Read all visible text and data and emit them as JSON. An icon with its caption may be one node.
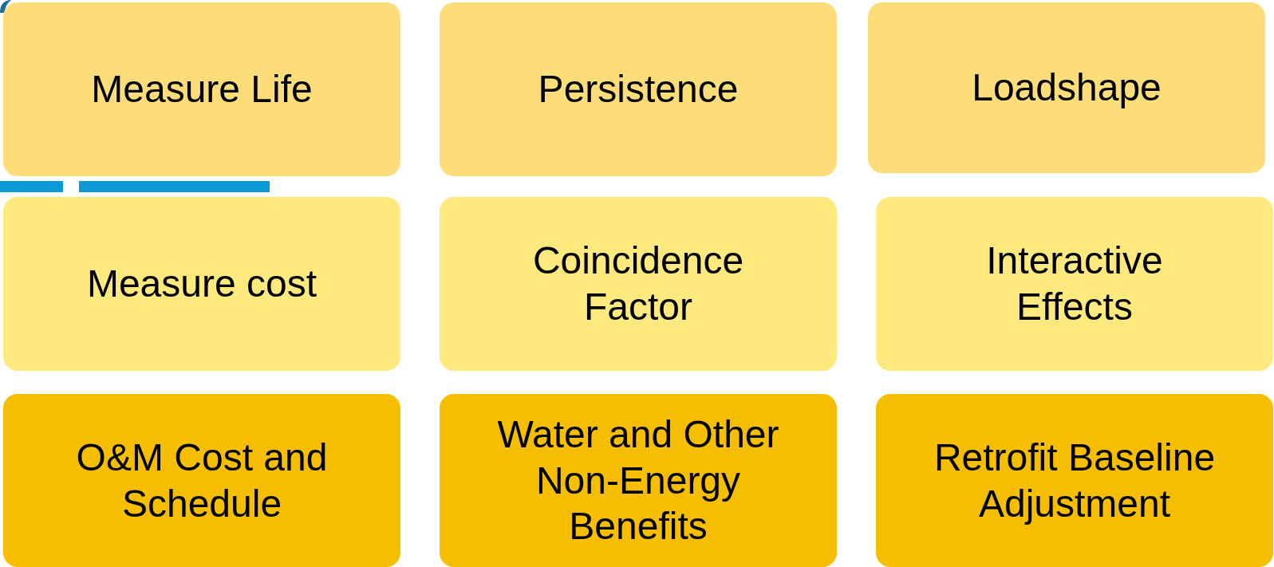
{
  "diagram": {
    "nodes": [
      {
        "text": [
          "Measure Life"
        ]
      },
      {
        "text": [
          "Persistence"
        ]
      },
      {
        "text": [
          "Loadshape"
        ]
      },
      {
        "text": [
          "Measure cost"
        ]
      },
      {
        "text": [
          "Coincidence Factor"
        ]
      },
      {
        "text": [
          "Interactive Effects"
        ]
      },
      {
        "text": [
          "O&M Cost and Schedule"
        ]
      },
      {
        "text": [
          "Water and Other Non-Energy Benefits"
        ]
      },
      {
        "text": [
          "Retrofit Baseline Adjustment"
        ]
      }
    ]
  }
}
